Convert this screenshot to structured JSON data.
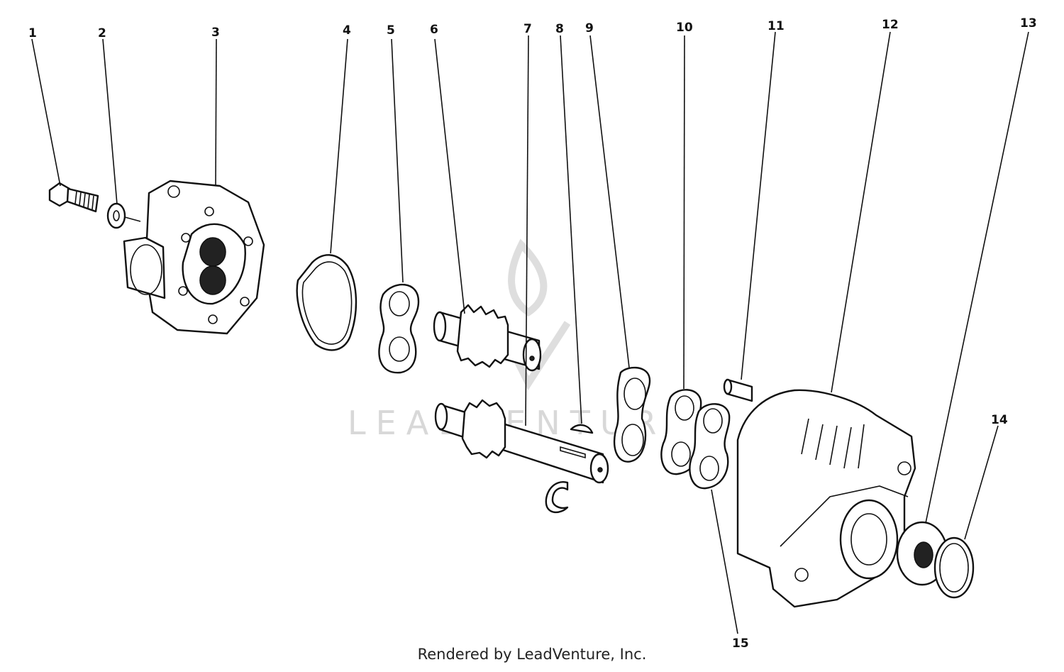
{
  "callouts": [
    {
      "id": "1",
      "label": "1"
    },
    {
      "id": "2",
      "label": "2"
    },
    {
      "id": "3",
      "label": "3"
    },
    {
      "id": "4",
      "label": "4"
    },
    {
      "id": "5",
      "label": "5"
    },
    {
      "id": "6",
      "label": "6"
    },
    {
      "id": "7",
      "label": "7"
    },
    {
      "id": "8",
      "label": "8"
    },
    {
      "id": "9",
      "label": "9"
    },
    {
      "id": "10",
      "label": "10"
    },
    {
      "id": "11",
      "label": "11"
    },
    {
      "id": "12",
      "label": "12"
    },
    {
      "id": "13",
      "label": "13"
    },
    {
      "id": "14",
      "label": "14"
    },
    {
      "id": "15",
      "label": "15"
    }
  ],
  "watermark": {
    "text": "LEADVENTURE"
  },
  "footer": {
    "credit": "Rendered by LeadVenture, Inc."
  }
}
